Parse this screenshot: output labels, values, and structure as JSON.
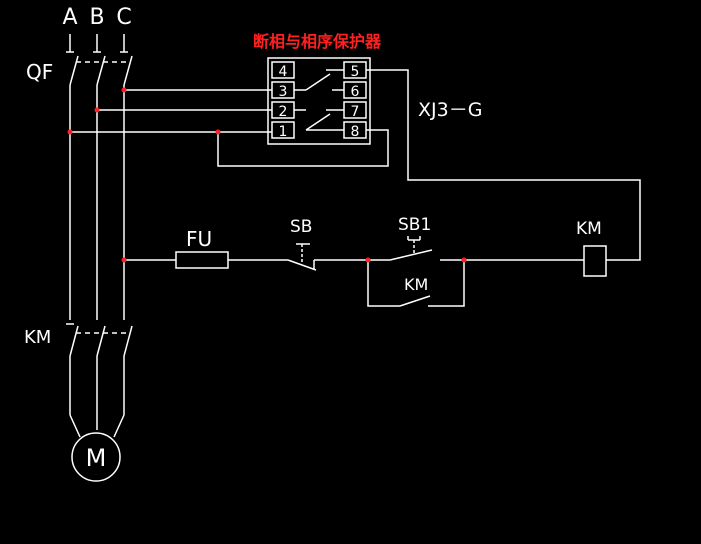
{
  "diagram": {
    "title": "断相与相序保护器",
    "phase_labels": [
      "A",
      "B",
      "C"
    ],
    "breaker_label": "QF",
    "relay_model": "XJ3－G",
    "relay_pins_left": [
      "4",
      "3",
      "2",
      "1"
    ],
    "relay_pins_right": [
      "5",
      "6",
      "7",
      "8"
    ],
    "fuse_label": "FU",
    "stop_button_label": "SB",
    "start_button_label": "SB1",
    "holding_contact_label": "KM",
    "coil_label": "KM",
    "contactor_label": "KM",
    "motor_label": "M"
  },
  "colors": {
    "background": "#000000",
    "wire": "#ffffff",
    "node": "#ff2020",
    "title": "#ff2020"
  }
}
